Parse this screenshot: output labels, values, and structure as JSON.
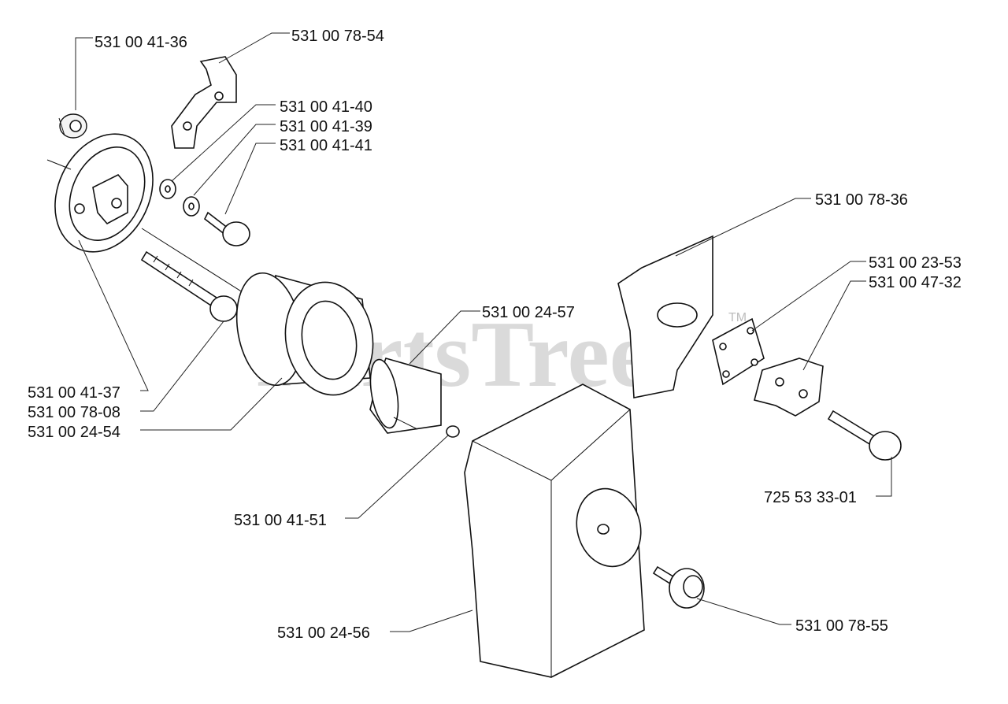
{
  "watermark": {
    "text": "PartsTree",
    "tm": "TM"
  },
  "labels": {
    "p_531_00_41_36": "531 00 41-36",
    "p_531_00_78_54": "531 00 78-54",
    "p_531_00_41_40": "531 00 41-40",
    "p_531_00_41_39": "531 00 41-39",
    "p_531_00_41_41": "531 00 41-41",
    "p_531_00_78_36": "531 00 78-36",
    "p_531_00_23_53": "531 00 23-53",
    "p_531_00_47_32": "531 00 47-32",
    "p_531_00_24_57": "531 00 24-57",
    "p_531_00_41_37": "531 00 41-37",
    "p_531_00_78_08": "531 00 78-08",
    "p_531_00_24_54": "531 00 24-54",
    "p_725_53_33_01": "725 53 33-01",
    "p_531_00_41_51": "531 00 41-51",
    "p_531_00_24_56": "531 00 24-56",
    "p_531_00_78_55": "531 00 78-55"
  }
}
